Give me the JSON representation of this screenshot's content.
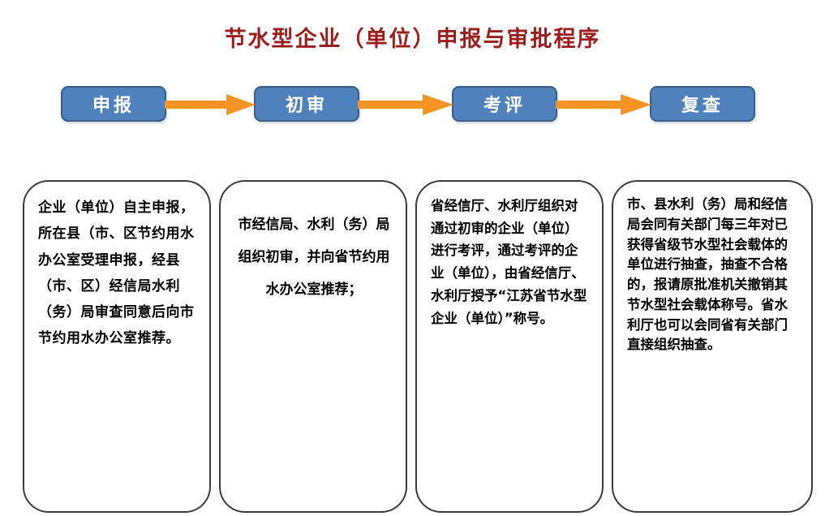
{
  "title": "节水型企业（单位）申报与审批程序",
  "steps": [
    {
      "label": "申报",
      "detail": "企业（单位）自主申报，所在县（市、区节约用水办公室受理申报，经县（市、区）经信局水利（务）局审查同意后向市节约用水办公室推荐。"
    },
    {
      "label": "初审",
      "detail": "市经信局、水利（务）局组织初审，并向省节约用水办公室推荐；"
    },
    {
      "label": "考评",
      "detail": "省经信厅、水利厅组织对通过初审的企业（单位）进行考评，通过考评的企业（单位），由省经信厅、水利厅授予“江苏省节水型企业（单位）”称号。"
    },
    {
      "label": "复查",
      "detail": "市、县水利（务）局和经信局会同有关部门每三年对已获得省级节水型社会载体的单位进行抽查，抽查不合格的，报请原批准机关撤销其节水型社会载体称号。省水利厅也可以会同省有关部门直接组织抽查。"
    }
  ],
  "colors": {
    "title_text": "#9a1f1c",
    "stage_fill": "#4f81bd",
    "stage_border": "#385d8a",
    "stage_text": "#ffffff",
    "arrow_fill": "#f79322",
    "box_border": "#3c3c3c",
    "box_text": "#000000"
  }
}
